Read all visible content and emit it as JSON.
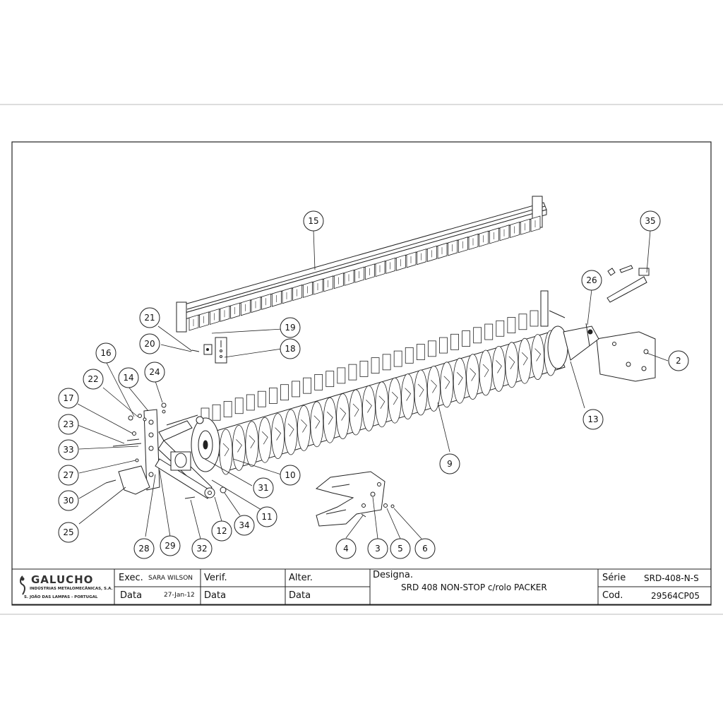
{
  "balloons": [
    "15",
    "35",
    "26",
    "21",
    "19",
    "20",
    "18",
    "2",
    "16",
    "24",
    "14",
    "22",
    "13",
    "17",
    "23",
    "33",
    "27",
    "9",
    "10",
    "31",
    "30",
    "25",
    "11",
    "34",
    "12",
    "4",
    "3",
    "5",
    "6",
    "28",
    "29",
    "32"
  ],
  "title_block": {
    "company": {
      "name": "GALUCHO",
      "line1": "INDÚSTRIAS METALOMECÂNICAS, S.A.",
      "line2": "S. JOÃO DAS LAMPAS - PORTUGAL"
    },
    "exec_label": "Exec.",
    "exec_value": "SARA WILSON",
    "verif_label": "Verif.",
    "alter_label": "Alter.",
    "data_label": "Data",
    "date_value": "27-Jan-12",
    "designa_label": "Designa.",
    "designation": "SRD 408 NON-STOP c/rolo PACKER",
    "serie_label": "Série",
    "serie_value": "SRD-408-N-S",
    "cod_label": "Cod.",
    "cod_value": "29564CP05"
  }
}
